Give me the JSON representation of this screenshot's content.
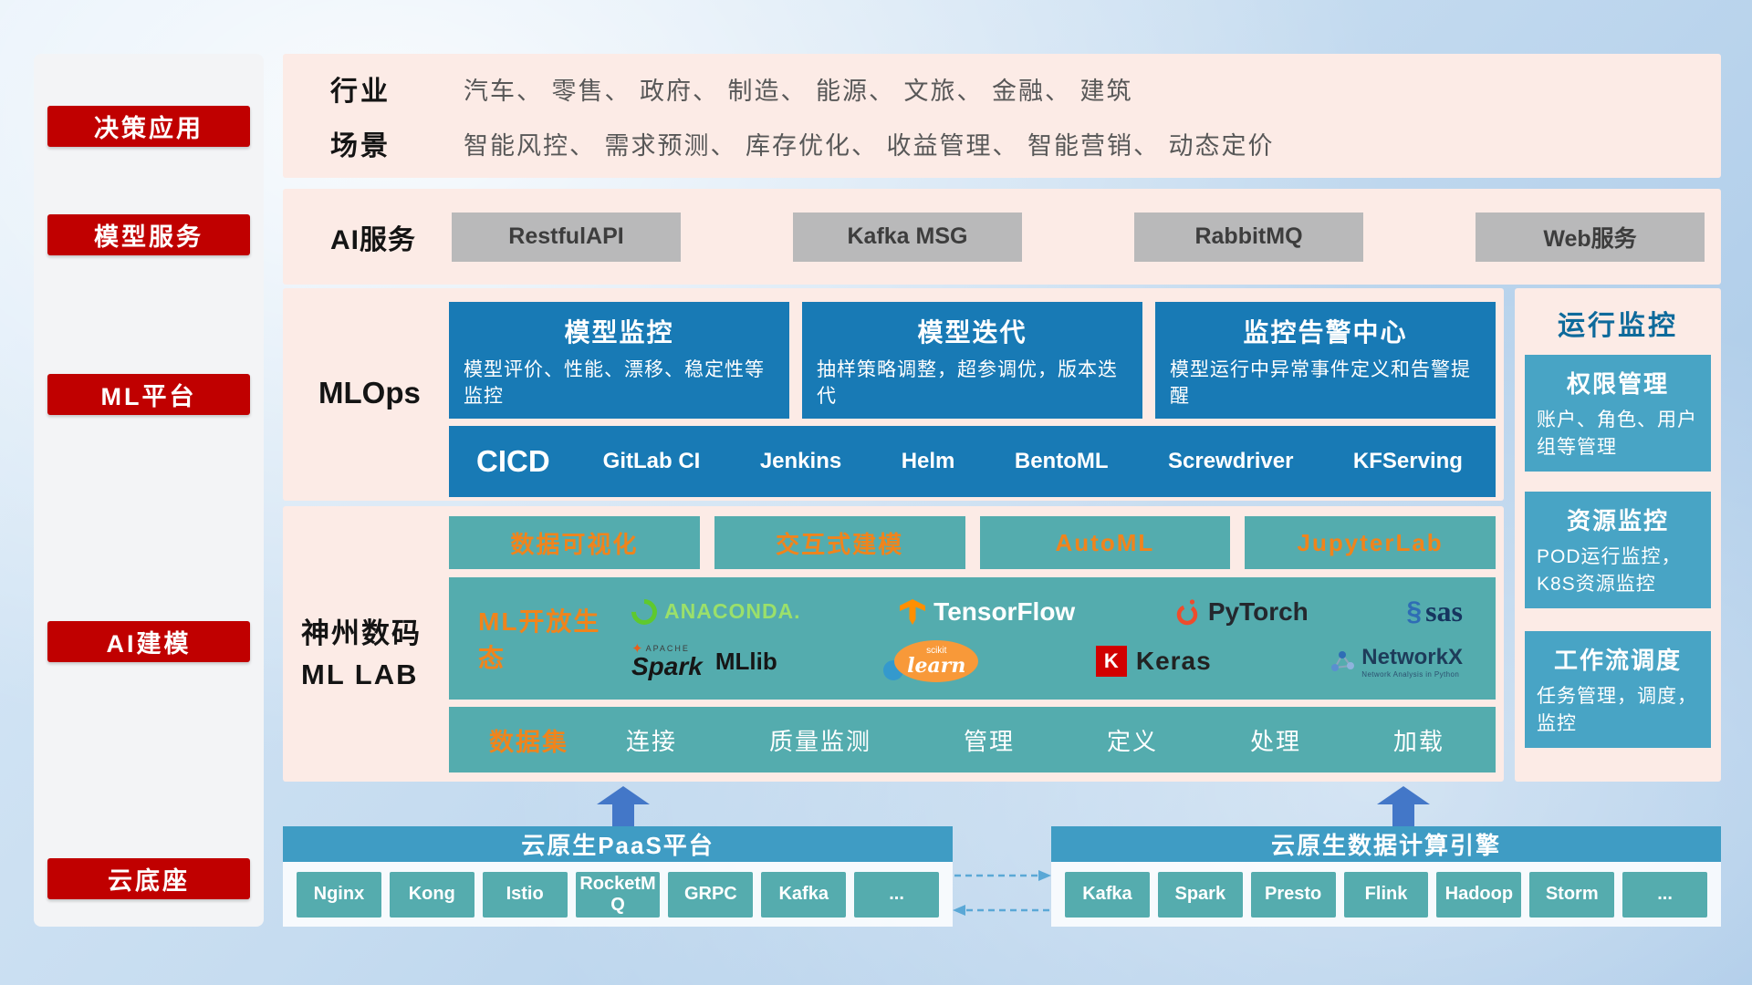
{
  "sidebar": {
    "items": [
      "决策应用",
      "模型服务",
      "ML平台",
      "AI建模",
      "云底座"
    ]
  },
  "overview": {
    "industry_label": "行业",
    "industry_text": "汽车、 零售、 政府、 制造、 能源、 文旅、 金融、 建筑",
    "scene_label": "场景",
    "scene_text": "智能风控、 需求预测、 库存优化、 收益管理、 智能营销、 动态定价"
  },
  "ai_services": {
    "label": "AI服务",
    "items": [
      "RestfulAPI",
      "Kafka MSG",
      "RabbitMQ",
      "Web服务"
    ]
  },
  "mlops": {
    "label": "MLOps",
    "cards": [
      {
        "title": "模型监控",
        "desc": "模型评价、性能、漂移、稳定性等监控"
      },
      {
        "title": "模型迭代",
        "desc": "抽样策略调整，超参调优，版本迭代"
      },
      {
        "title": "监控告警中心",
        "desc": "模型运行中异常事件定义和告警提醒"
      }
    ],
    "cicd_label": "CICD",
    "cicd_items": [
      "GitLab CI",
      "Jenkins",
      "Helm",
      "BentoML",
      "Screwdriver",
      "KFServing"
    ]
  },
  "mllab": {
    "label_line1": "神州数码",
    "label_line2": "ML LAB",
    "tools": [
      "数据可视化",
      "交互式建模",
      "AutoML",
      "JupyterLab"
    ],
    "ecosystem_label": "ML开放生态",
    "logos": {
      "anaconda": "ANACONDA.",
      "tensorflow": "TensorFlow",
      "pytorch": "PyTorch",
      "sas": "sas",
      "spark_apache": "APACHE",
      "spark": "Spark",
      "mllib": "MLlib",
      "sklearn_small": "scikit",
      "sklearn": "learn",
      "keras_tile": "K",
      "keras": "Keras",
      "networkx": "NetworkX",
      "networkx_sub": "Network Analysis in Python"
    },
    "dataset_label": "数据集",
    "dataset_items": [
      "连接",
      "质量监测",
      "管理",
      "定义",
      "处理",
      "加载"
    ]
  },
  "monitoring": {
    "title": "运行监控",
    "cards": [
      {
        "title": "权限管理",
        "desc": "账户、角色、用户组等管理"
      },
      {
        "title": "资源监控",
        "desc": "POD运行监控，K8S资源监控"
      },
      {
        "title": "工作流调度",
        "desc": "任务管理，调度，监控"
      }
    ]
  },
  "cloud": {
    "paas_title": "云原生PaaS平台",
    "paas_items": [
      "Nginx",
      "Kong",
      "Istio",
      "RocketMQ",
      "GRPC",
      "Kafka",
      "..."
    ],
    "engine_title": "云原生数据计算引擎",
    "engine_items": [
      "Kafka",
      "Spark",
      "Presto",
      "Flink",
      "Hadoop",
      "Storm",
      "..."
    ]
  },
  "colors": {
    "accent_red": "#c00000",
    "panel_pink": "#fcebe6",
    "mlops_blue": "#187ab5",
    "teal": "#54acae",
    "monitor_card_blue": "#48a4c5",
    "cloud_header_blue": "#3f9cc4",
    "orange": "#f0841c",
    "gray_button": "#b9b9ba",
    "arrow_blue": "#4377c8"
  }
}
